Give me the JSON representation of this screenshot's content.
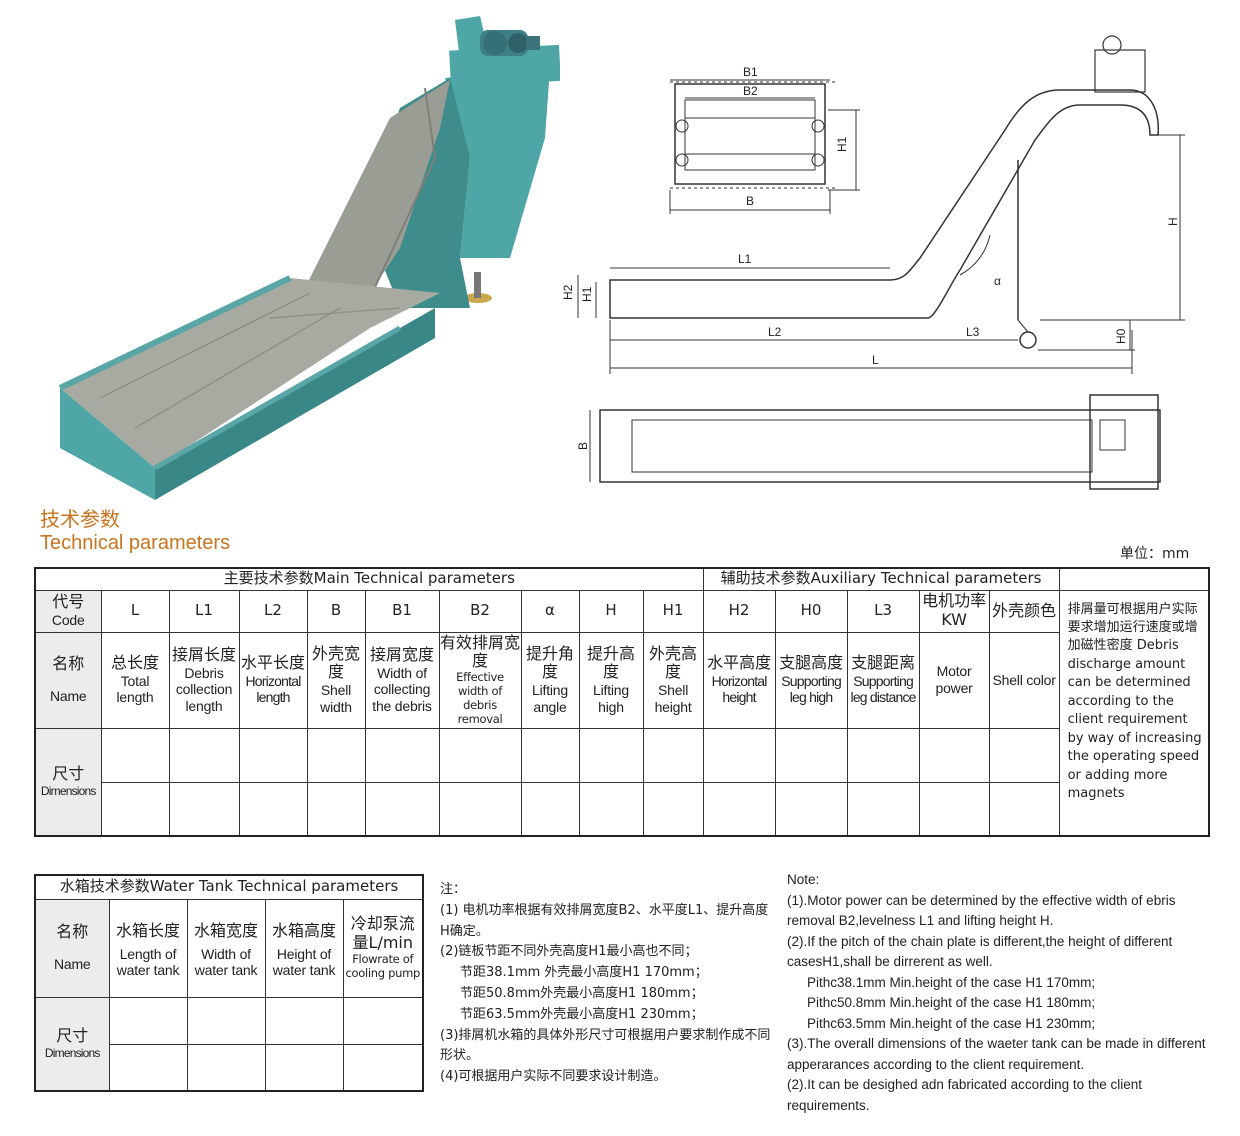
{
  "section": {
    "title_zh": "技术参数",
    "title_en": "Technical parameters",
    "unit": "单位：mm"
  },
  "drawing_labels": {
    "b1": "B1",
    "b2": "B2",
    "b": "B",
    "h1": "H1",
    "h2": "H2",
    "h": "H",
    "h0": "H0",
    "l1": "L1",
    "l2": "L2",
    "l3": "L3",
    "l": "L",
    "alpha": "α",
    "b_bottom": "B"
  },
  "main_table": {
    "header_main": "主要技术参数Main Technical parameters",
    "header_aux": "辅助技术参数Auxiliary Technical parameters",
    "code_label_zh": "代号",
    "code_label_en": "Code",
    "name_label_zh": "名称",
    "name_label_en": "Name",
    "dim_label_zh": "尺寸",
    "dim_label_en": "Dimensions",
    "columns": [
      {
        "code": "L",
        "zh": "总长度",
        "en": "Total length"
      },
      {
        "code": "L1",
        "zh": "接屑长度",
        "en": "Debris collection length"
      },
      {
        "code": "L2",
        "zh": "水平长度",
        "en": "Horizontal length"
      },
      {
        "code": "B",
        "zh": "外壳宽度",
        "en": "Shell width"
      },
      {
        "code": "B1",
        "zh": "接屑宽度",
        "en": "Width of collecting the debris"
      },
      {
        "code": "B2",
        "zh": "有效排屑宽度",
        "en": "Effective width of debris removal"
      },
      {
        "code": "α",
        "zh": "提升角度",
        "en": "Lifting angle"
      },
      {
        "code": "H",
        "zh": "提升高度",
        "en": "Lifting high"
      },
      {
        "code": "H1",
        "zh": "外壳高度",
        "en": "Shell height"
      },
      {
        "code": "H2",
        "zh": "水平高度",
        "en": "Horizontal height"
      },
      {
        "code": "H0",
        "zh": "支腿高度",
        "en": "Supporting leg high"
      },
      {
        "code": "L3",
        "zh": "支腿距离",
        "en": "Supporting leg distance"
      },
      {
        "code": "电机功率KW",
        "zh": "",
        "en": "Motor power"
      },
      {
        "code": "外壳颜色",
        "zh": "",
        "en": "Shell color"
      }
    ],
    "side_note": "排屑量可根据用户实际要求增加运行速度或增加磁性密度 Debris discharge amount can be determined according to the client requirement by way of increasing the operating speed or adding more magnets"
  },
  "tank_table": {
    "header": "水箱技术参数Water Tank Technical parameters",
    "name_label_zh": "名称",
    "name_label_en": "Name",
    "dim_label_zh": "尺寸",
    "dim_label_en": "Dimensions",
    "columns": [
      {
        "zh": "水箱长度",
        "en": "Length of water tank"
      },
      {
        "zh": "水箱宽度",
        "en": "Width of water tank"
      },
      {
        "zh": "水箱高度",
        "en": "Height of water tank"
      },
      {
        "zh": "冷却泵流量L/min",
        "en": "Flowrate of cooling pump"
      }
    ]
  },
  "notes_zh": [
    "注：",
    "(1) 电机功率根据有效排屑宽度B2、水平度L1、提升高度H确定。",
    "(2)链板节距不同外壳高度H1最小高也不同；",
    "节距38.1mm 外壳最小高度H1 170mm；",
    "节距50.8mm外壳最小高度H1 180mm；",
    "节距63.5mm外壳最小高度H1 230mm；",
    "(3)排屑机水箱的具体外形尺寸可根据用户要求制作成不同形状。",
    "(4)可根据用户实际不同要求设计制造。"
  ],
  "notes_en": [
    "Note:",
    "(1).Motor power can be determined by the effective width of ebris removal B2,levelness L1 and lifting height H.",
    "(2).If the pitch of the chain plate is different,the height of different casesH1,shall be dirrerent as well.",
    "Pithc38.1mm Min.height of the case H1 170mm;",
    "Pithc50.8mm Min.height of the case H1 180mm;",
    "Pithc63.5mm Min.height of the case H1 230mm;",
    "(3).The overall dimensions of the waeter tank can be made in different apperarances according to the client requirement.",
    "(2).It can be desighed adn fabricated according to the client requirements."
  ],
  "colors": {
    "accent": "#c8741e",
    "machine": "#4fa6a6",
    "belt": "#9a9d94"
  }
}
